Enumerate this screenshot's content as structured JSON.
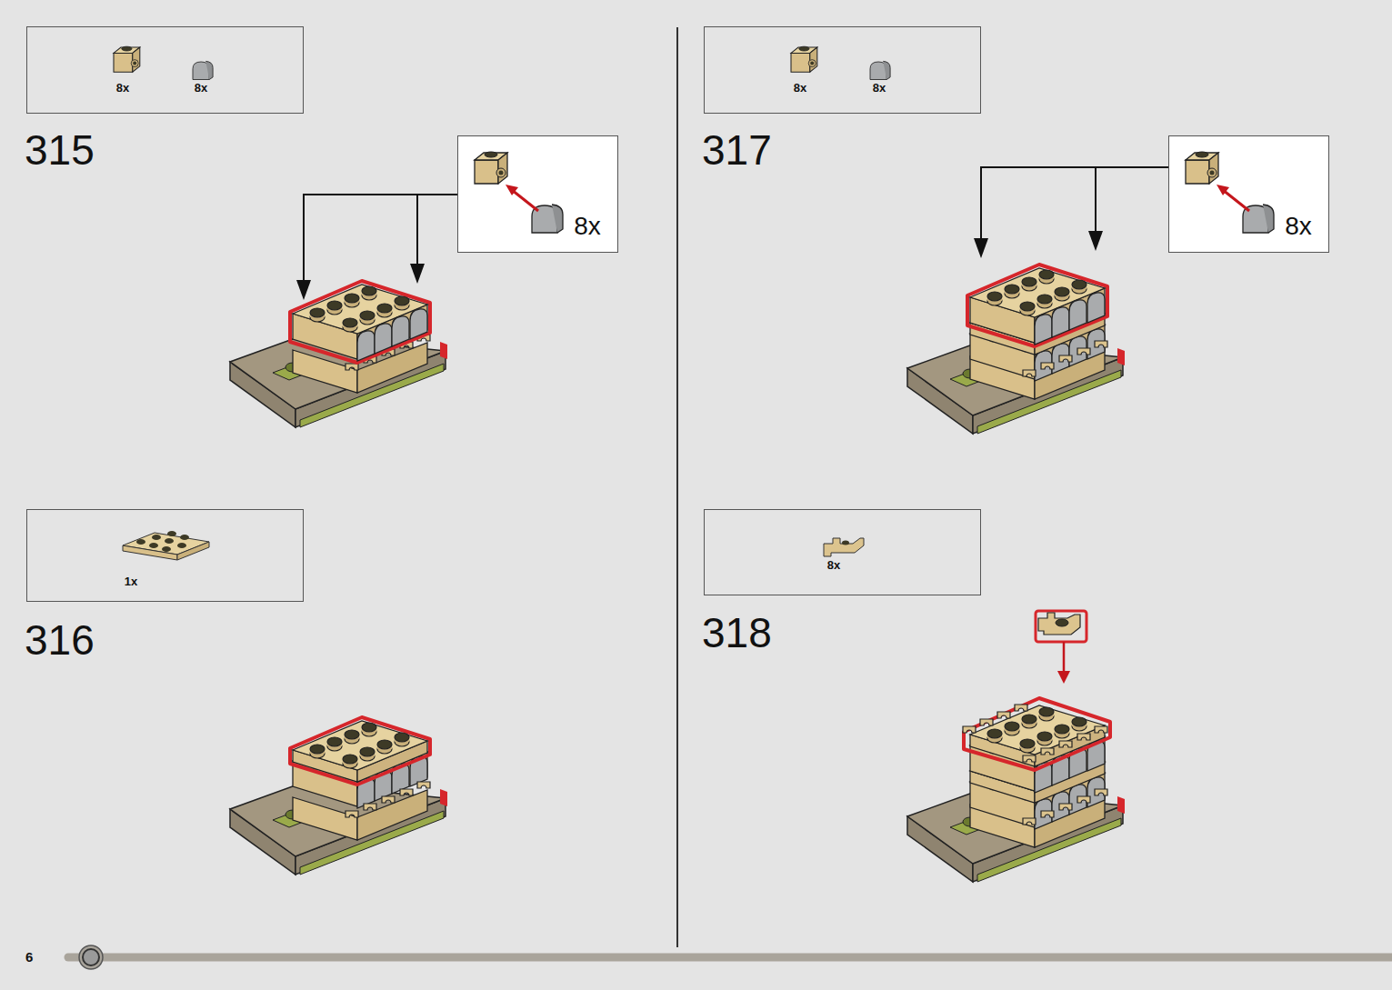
{
  "diagram": {
    "nodes": [
      {
        "text": [
          "8x",
          "8x"
        ]
      },
      {
        "text": [
          "8x"
        ]
      },
      {
        "text": [
          "1x"
        ]
      },
      {
        "text": [
          "8x",
          "8x"
        ]
      },
      {
        "text": [
          "8x"
        ]
      },
      {
        "text": [
          "8x"
        ]
      }
    ],
    "labels": [
      "315",
      "316",
      "317",
      "318",
      "6"
    ]
  }
}
